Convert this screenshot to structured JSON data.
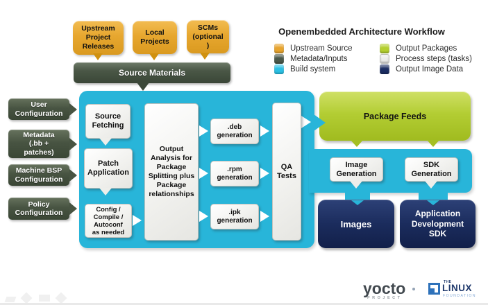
{
  "legend": {
    "title": "Openembedded Architecture Workflow",
    "items": [
      {
        "label": "Upstream Source",
        "color": "#e7a42e"
      },
      {
        "label": "Metadata/Inputs",
        "color": "#4a584a"
      },
      {
        "label": "Build system",
        "color": "#2bc0e4"
      },
      {
        "label": "Output Packages",
        "color": "#b4cf2e"
      },
      {
        "label": "Process steps (tasks)",
        "color": "#ebebe9"
      },
      {
        "label": "Output Image Data",
        "color": "#1b2d62"
      }
    ]
  },
  "inputs": {
    "upstream": "Upstream\nProject\nReleases",
    "local": "Local\nProjects",
    "scms": "SCMs\n(optional\n)",
    "source_materials": "Source Materials"
  },
  "config_inputs": [
    {
      "label": "User\nConfiguration"
    },
    {
      "label": "Metadata\n(.bb +\npatches)"
    },
    {
      "label": "Machine BSP\nConfiguration"
    },
    {
      "label": "Policy\nConfiguration"
    }
  ],
  "build": {
    "source_fetching": "Source\nFetching",
    "patch_application": "Patch\nApplication",
    "config_compile": "Config /\nCompile /\nAutoconf\nas needed",
    "output_analysis": "Output\nAnalysis for\nPackage\nSplitting plus\nPackage\nrelationships",
    "deb": ".deb\ngeneration",
    "rpm": ".rpm\ngeneration",
    "ipk": ".ipk\ngeneration",
    "qa": "QA\nTests"
  },
  "outputs": {
    "package_feeds": "Package Feeds",
    "image_generation": "Image\nGeneration",
    "sdk_generation": "SDK\nGeneration",
    "images": "Images",
    "app_sdk": "Application\nDevelopment\nSDK"
  },
  "branding": {
    "yocto": "yocto",
    "yocto_sub": "PROJECT",
    "linux_the": "THE",
    "linux": "LINUX",
    "linux_sub": "FOUNDATION"
  },
  "colors": {
    "cyan": "#28b5d9",
    "orange": "#e7a72f",
    "dark_green": "#485442",
    "lime": "#b3cd33",
    "navy": "#1b2c5d",
    "process_white": "#f2f2ef"
  }
}
